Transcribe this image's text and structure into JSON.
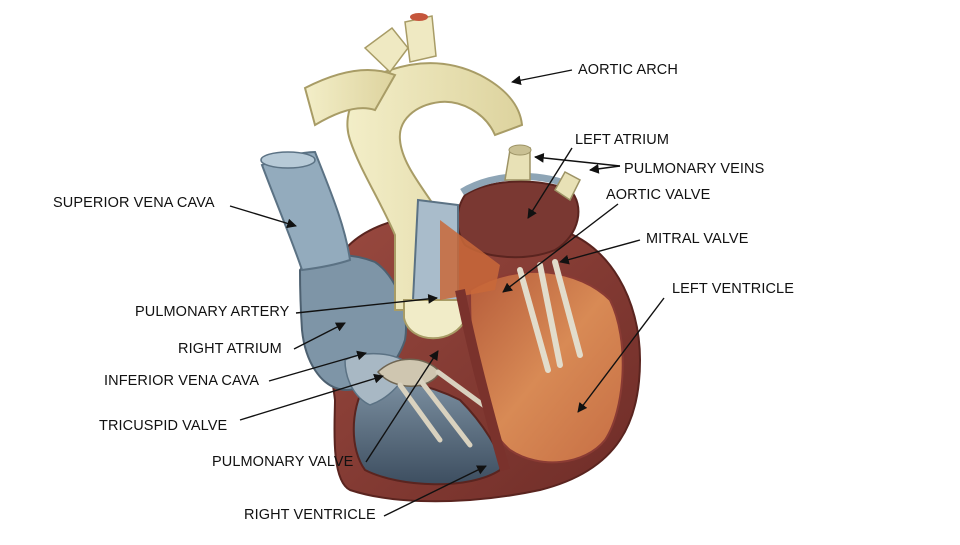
{
  "labels": {
    "aortic_arch": "AORTIC ARCH",
    "left_atrium": "LEFT ATRIUM",
    "pulmonary_veins": "PULMONARY VEINS",
    "aortic_valve": "AORTIC VALVE",
    "mitral_valve": "MITRAL VALVE",
    "left_ventricle": "LEFT VENTRICLE",
    "superior_vena_cava": "SUPERIOR VENA CAVA",
    "pulmonary_artery": "PULMONARY ARTERY",
    "right_atrium": "RIGHT ATRIUM",
    "inferior_vena_cava": "INFERIOR VENA CAVA",
    "tricuspid_valve": "TRICUSPID VALVE",
    "pulmonary_valve": "PULMONARY VALVE",
    "right_ventricle": "RIGHT VENTRICLE"
  },
  "colors": {
    "aorta": "#ece6b8",
    "vein_blue": "#8fa7b8",
    "heart_wall": "#8a3b34",
    "left_chamber": "#c8703f",
    "right_chamber": "#5f7487",
    "tendon": "#ddd6c4",
    "arrow": "#111111"
  }
}
